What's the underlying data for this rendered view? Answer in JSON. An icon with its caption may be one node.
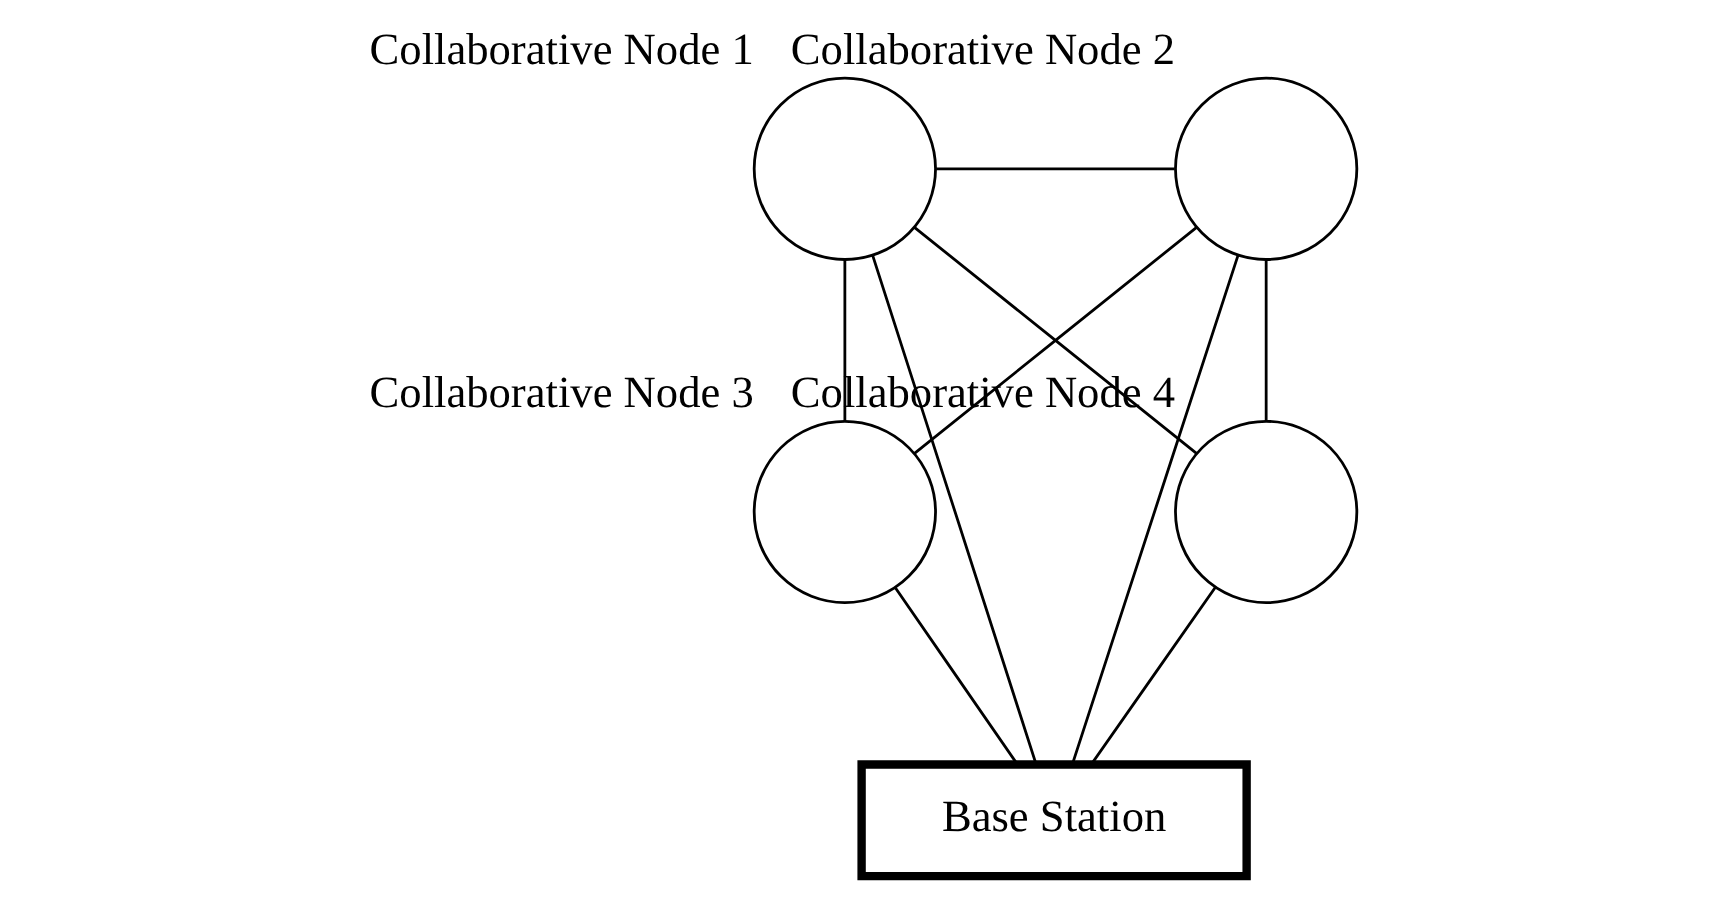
{
  "diagram": {
    "nodes": [
      {
        "text": [],
        "shape": "circle",
        "beside": [
          "Collaborative Node 1"
        ]
      },
      {
        "text": [],
        "shape": "circle",
        "beside": [
          "Collaborative Node 2"
        ]
      },
      {
        "text": [],
        "shape": "circle",
        "beside": [
          "Collaborative Node 3"
        ]
      },
      {
        "text": [],
        "shape": "circle",
        "beside": [
          "Collaborative Node 4"
        ]
      },
      {
        "text": [
          "Base Station"
        ]
      }
    ],
    "edges": [
      {
        "from": 0,
        "to": 1,
        "arrow": "none"
      },
      {
        "from": 0,
        "to": 2,
        "arrow": "none"
      },
      {
        "from": 0,
        "to": 3,
        "arrow": "none"
      },
      {
        "from": 0,
        "to": 4,
        "arrow": "none"
      },
      {
        "from": 1,
        "to": 2,
        "arrow": "none"
      },
      {
        "from": 1,
        "to": 3,
        "arrow": "none"
      },
      {
        "from": 1,
        "to": 4,
        "arrow": "none"
      },
      {
        "from": 2,
        "to": 4,
        "arrow": "none"
      },
      {
        "from": 3,
        "to": 4,
        "arrow": "none"
      }
    ]
  }
}
